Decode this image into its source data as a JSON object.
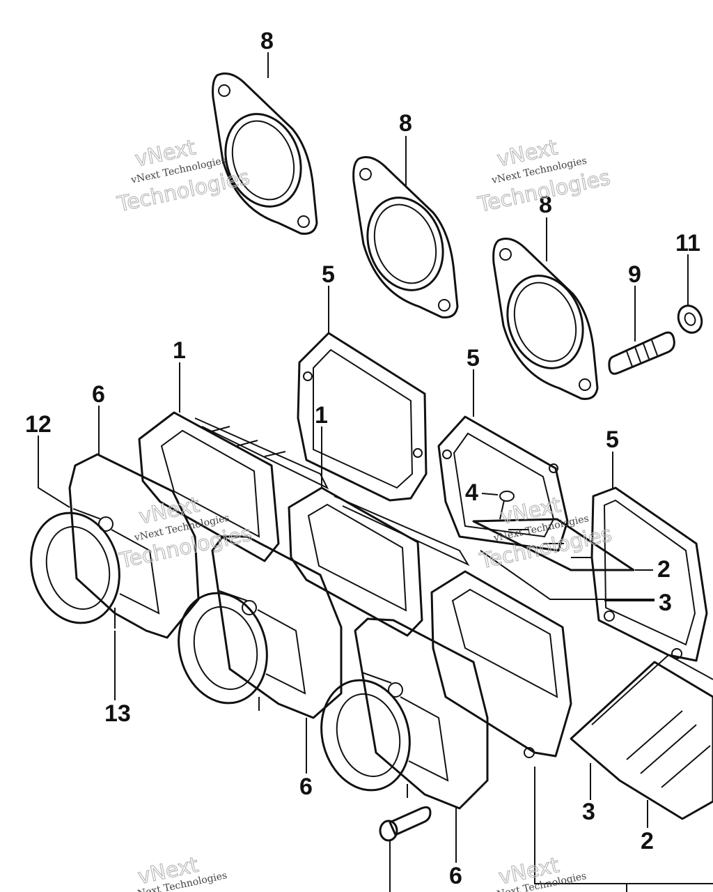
{
  "callouts": {
    "c8a": "8",
    "c8b": "8",
    "c8c": "8",
    "c5a": "5",
    "c5b": "5",
    "c5c": "5",
    "c1a": "1",
    "c1b": "1",
    "c6a": "6",
    "c6b": "6",
    "c6c": "6",
    "c12": "12",
    "c13": "13",
    "c9": "9",
    "c11": "11",
    "c4": "4",
    "c2a": "2",
    "c2b": "2",
    "c3a": "3",
    "c3b": "3"
  },
  "watermark": {
    "brand_line1": "vNext",
    "brand_line2": "Technologies",
    "brand_full": "vNext Technologies"
  }
}
